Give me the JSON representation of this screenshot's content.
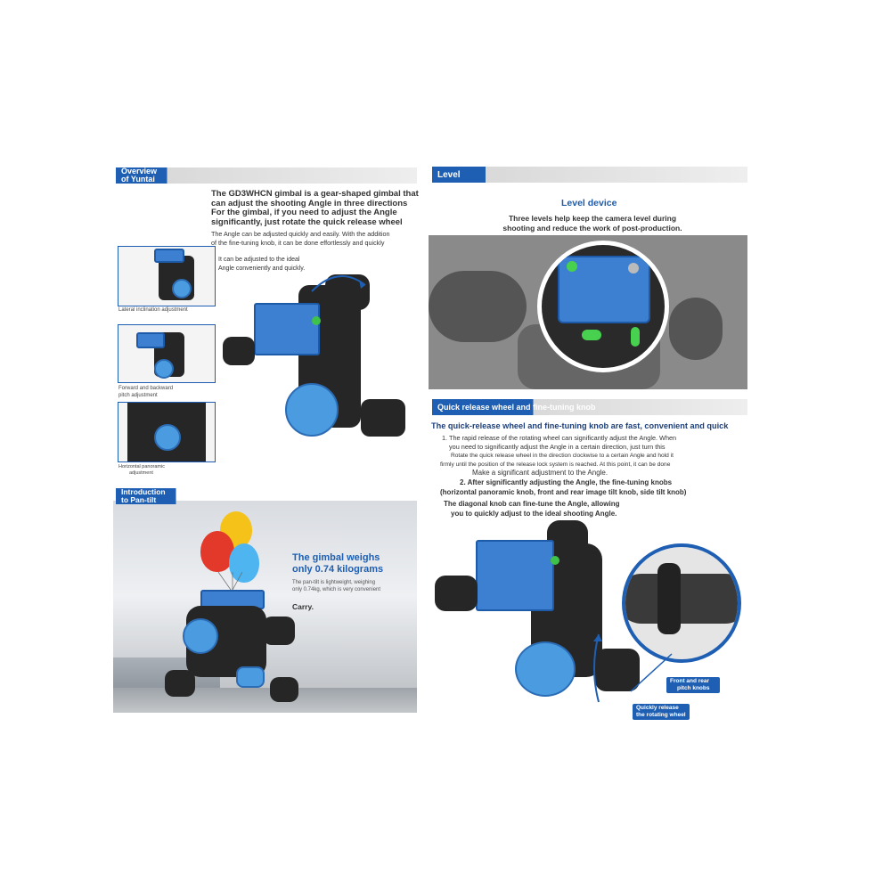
{
  "overview": {
    "tag": "Overview of Yuntai",
    "title1": "The GD3WHCN gimbal is a gear-shaped gimbal that",
    "title2": "can adjust the shooting Angle in three directions",
    "title3": "For the gimbal, if you need to adjust the Angle",
    "title4": "significantly, just rotate the quick release wheel",
    "body1": "The Angle can be adjusted quickly and easily. With the addition",
    "body2": "of the fine-tuning knob, it can be done effortlessly and quickly",
    "note1": "It can be adjusted to the ideal",
    "note2": "Angle conveniently and quickly.",
    "cap1": "Lateral inclination adjustment",
    "cap2a": "Forward and backward",
    "cap2b": "pitch adjustment",
    "cap3a": "Horizontal panoramic",
    "cap3b": "adjustment"
  },
  "level": {
    "tag": "Level",
    "title": "Level device",
    "line1": "Three levels help keep the camera level during",
    "line2": "shooting and reduce the work of post-production."
  },
  "pantilt": {
    "tag": "Introduction to Pan-tilt",
    "headline1": "The gimbal weighs",
    "headline2": "only 0.74 kilograms",
    "sub1": "The pan-tilt is lightweight, weighing",
    "sub2": "only 0.74kg, which is very convenient",
    "carry": "Carry."
  },
  "quick": {
    "tag": "Quick release wheel and fine-tuning knob",
    "headline": "The quick-release wheel and fine-tuning knob are fast, convenient and quick",
    "p1a": "1. The rapid release of the rotating wheel can significantly adjust the Angle. When",
    "p1b": "you need to significantly adjust the Angle in a certain direction, just turn this",
    "p2a": "Rotate the quick release wheel in the direction clockwise to a certain Angle and hold it",
    "p2b": "firmly until the position of the release lock system is reached. At this point, it can be done",
    "p2c": "Make a significant adjustment to the Angle.",
    "p3a": "2. After significantly adjusting the Angle, the fine-tuning knobs",
    "p3b": "(horizontal panoramic knob, front and rear image tilt knob, side tilt knob)",
    "p4a": "The diagonal knob can fine-tune the Angle, allowing",
    "p4b": "you to quickly adjust to the ideal shooting Angle.",
    "label1a": "Front and rear",
    "label1b": "pitch knobs",
    "label2a": "Quickly release",
    "label2b": "the rotating wheel"
  },
  "colors": {
    "accent": "#1e5fb3",
    "product_blue": "#4a9be0",
    "body": "#262626"
  }
}
